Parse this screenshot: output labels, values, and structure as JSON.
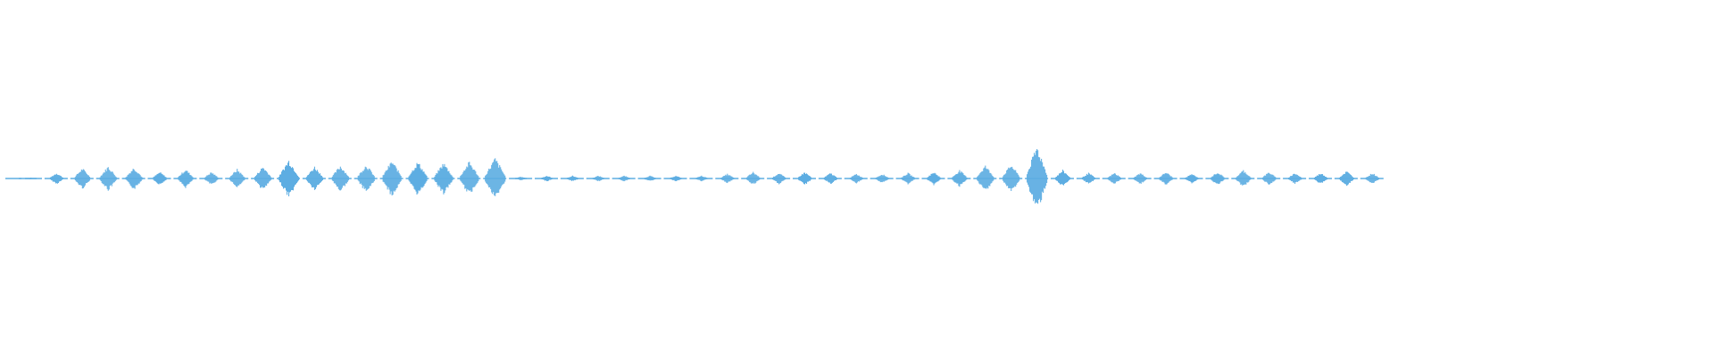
{
  "waveform": {
    "color": "#5dade2",
    "background": "#ffffff",
    "lead_in_silence": true,
    "segment_amplitudes": [
      0.005,
      0.03,
      0.055,
      0.065,
      0.06,
      0.035,
      0.05,
      0.035,
      0.05,
      0.065,
      0.1,
      0.065,
      0.07,
      0.075,
      0.095,
      0.09,
      0.085,
      0.09,
      0.11,
      0.01,
      0.015,
      0.015,
      0.015,
      0.015,
      0.015,
      0.015,
      0.015,
      0.025,
      0.035,
      0.03,
      0.035,
      0.03,
      0.025,
      0.025,
      0.03,
      0.035,
      0.045,
      0.07,
      0.075,
      0.175,
      0.045,
      0.03,
      0.03,
      0.03,
      0.035,
      0.025,
      0.035,
      0.045,
      0.035,
      0.03,
      0.03,
      0.04,
      0.03
    ]
  }
}
